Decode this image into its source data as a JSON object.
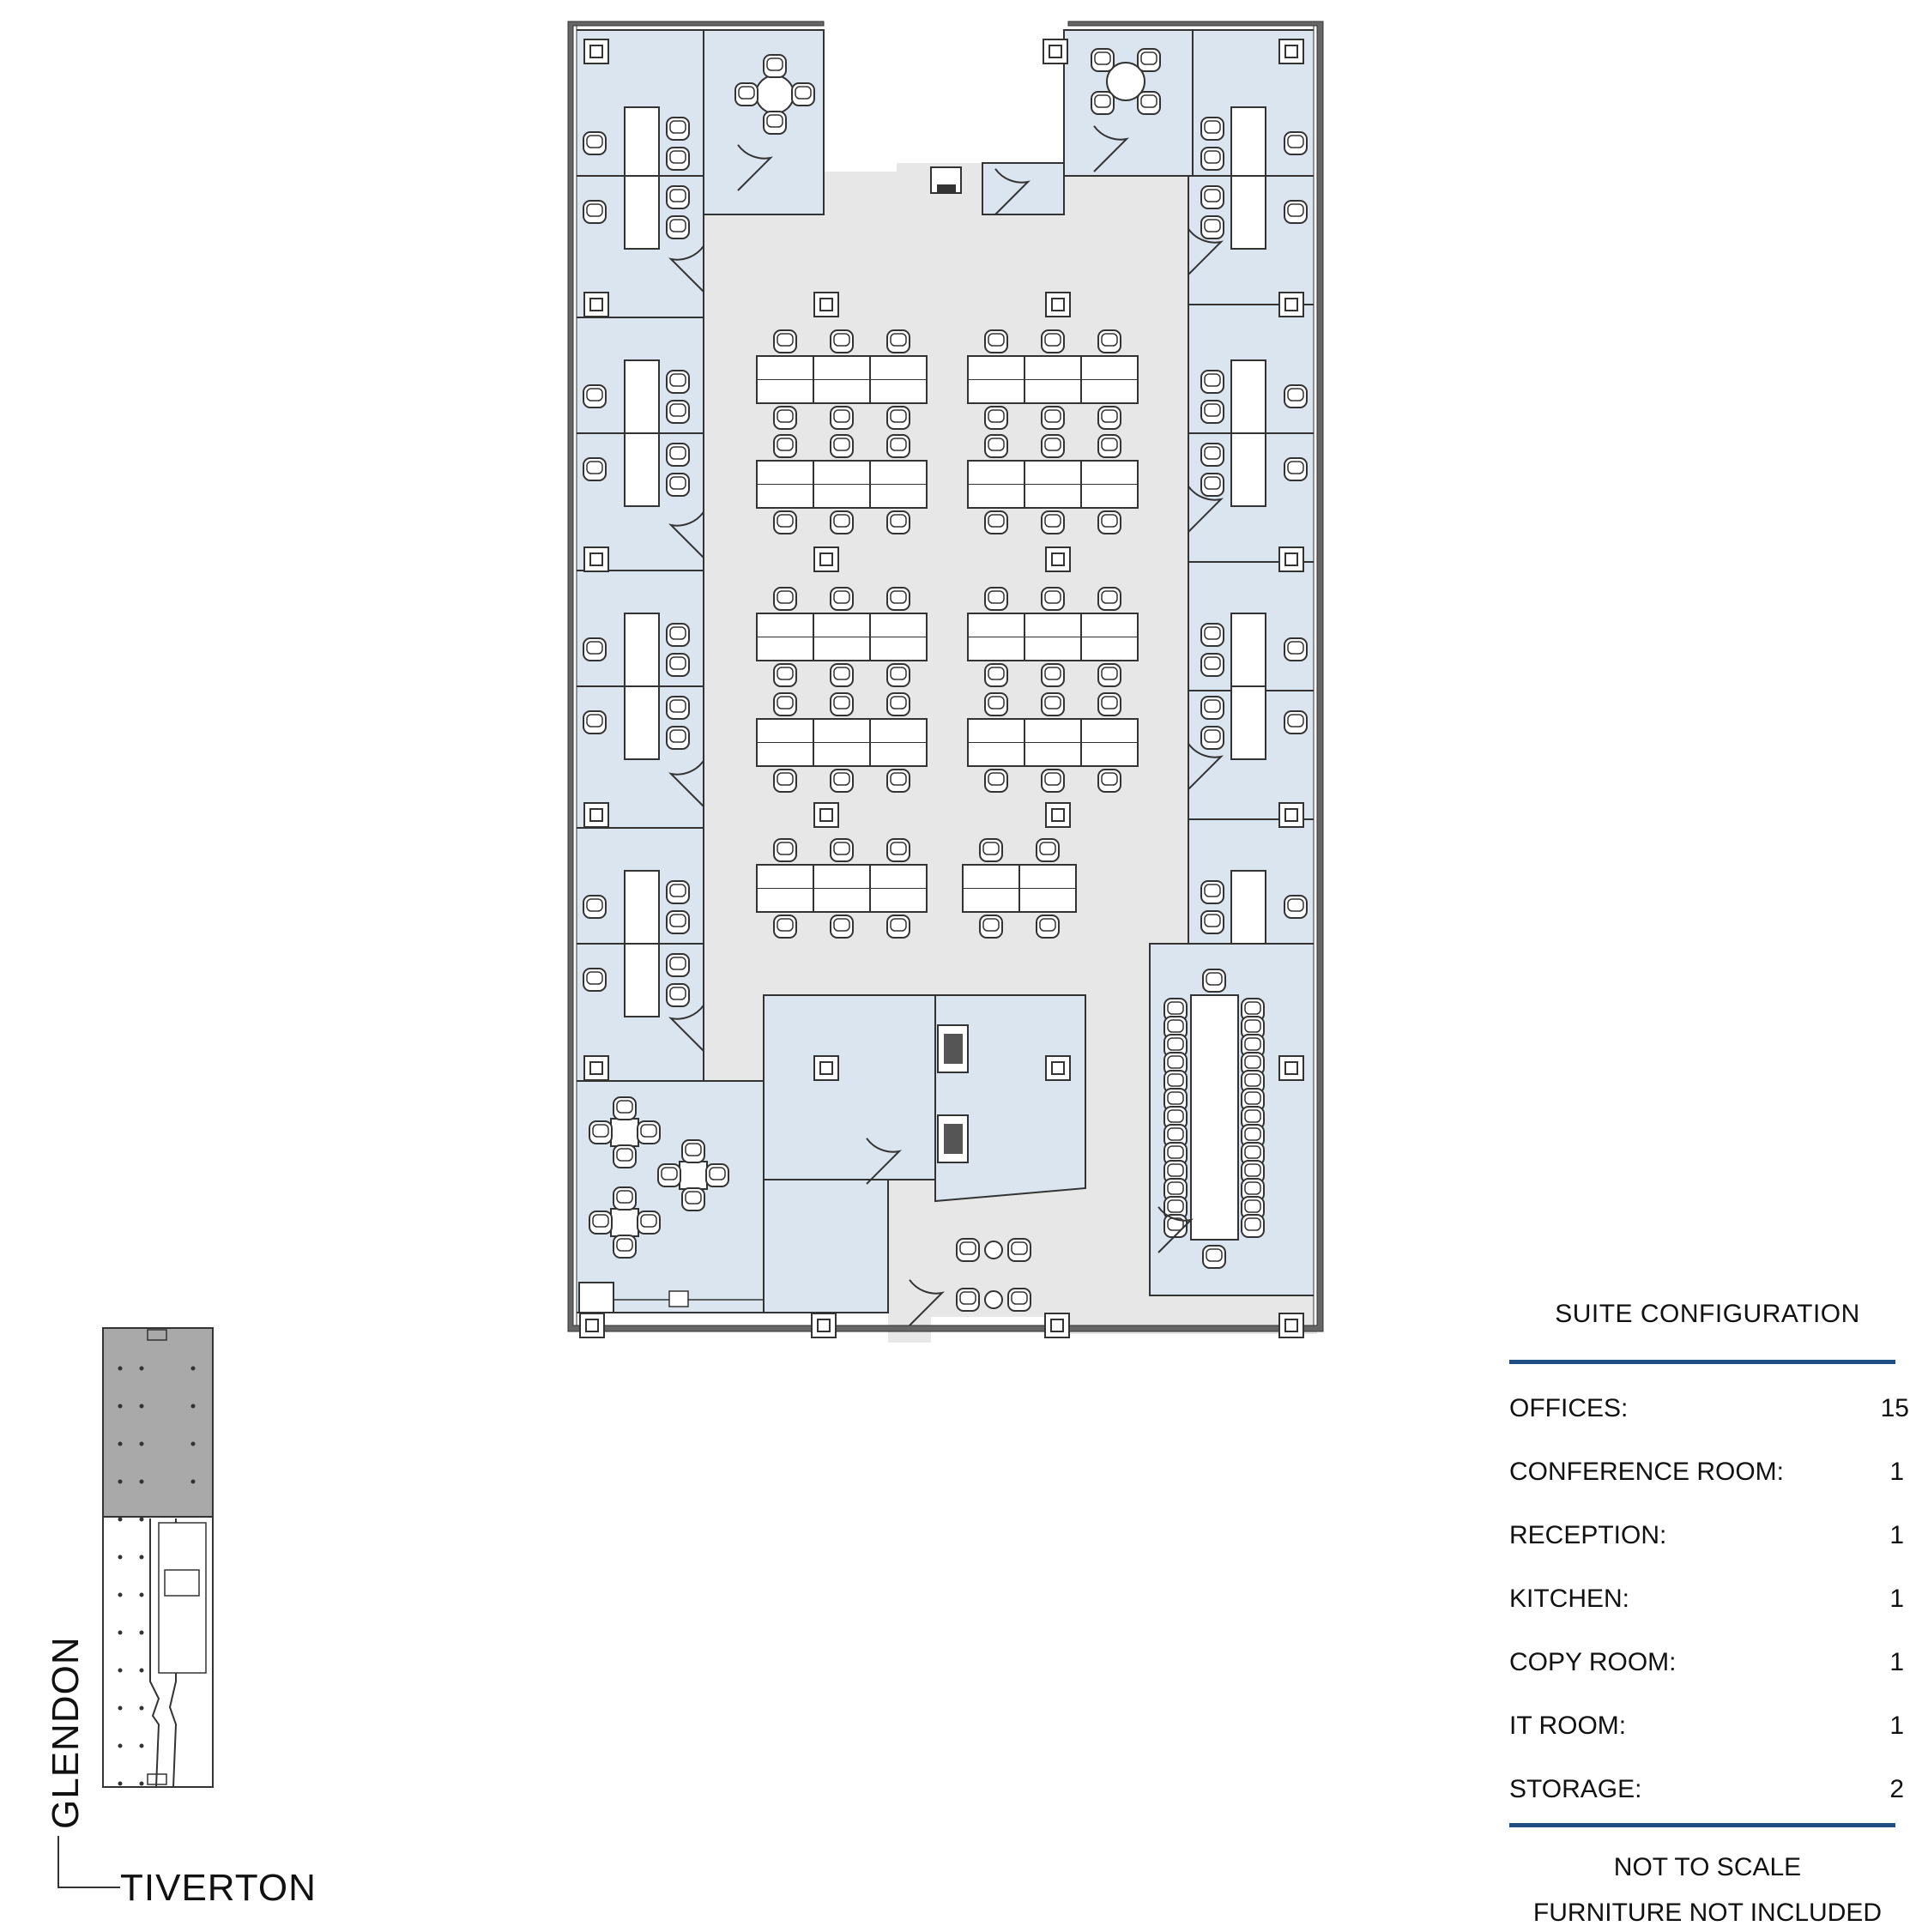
{
  "suite_configuration": {
    "title": "SUITE CONFIGURATION",
    "rows": [
      {
        "label": "OFFICES:",
        "value": "15"
      },
      {
        "label": "CONFERENCE ROOM:",
        "value": "1"
      },
      {
        "label": "RECEPTION:",
        "value": "1"
      },
      {
        "label": "KITCHEN:",
        "value": "1"
      },
      {
        "label": "COPY ROOM:",
        "value": "1"
      },
      {
        "label": "IT ROOM:",
        "value": "1"
      },
      {
        "label": "STORAGE:",
        "value": "2"
      }
    ],
    "notes": [
      "NOT TO SCALE",
      "FURNITURE NOT INCLUDED"
    ],
    "accent_color": "#1f4f85"
  },
  "key_plan": {
    "streets": [
      "GLENDON",
      "TIVERTON"
    ]
  },
  "floor_plan": {
    "room_fill": "#dbe5f0",
    "corridor_fill": "#e7e7e7",
    "wall_color": "#333333"
  }
}
